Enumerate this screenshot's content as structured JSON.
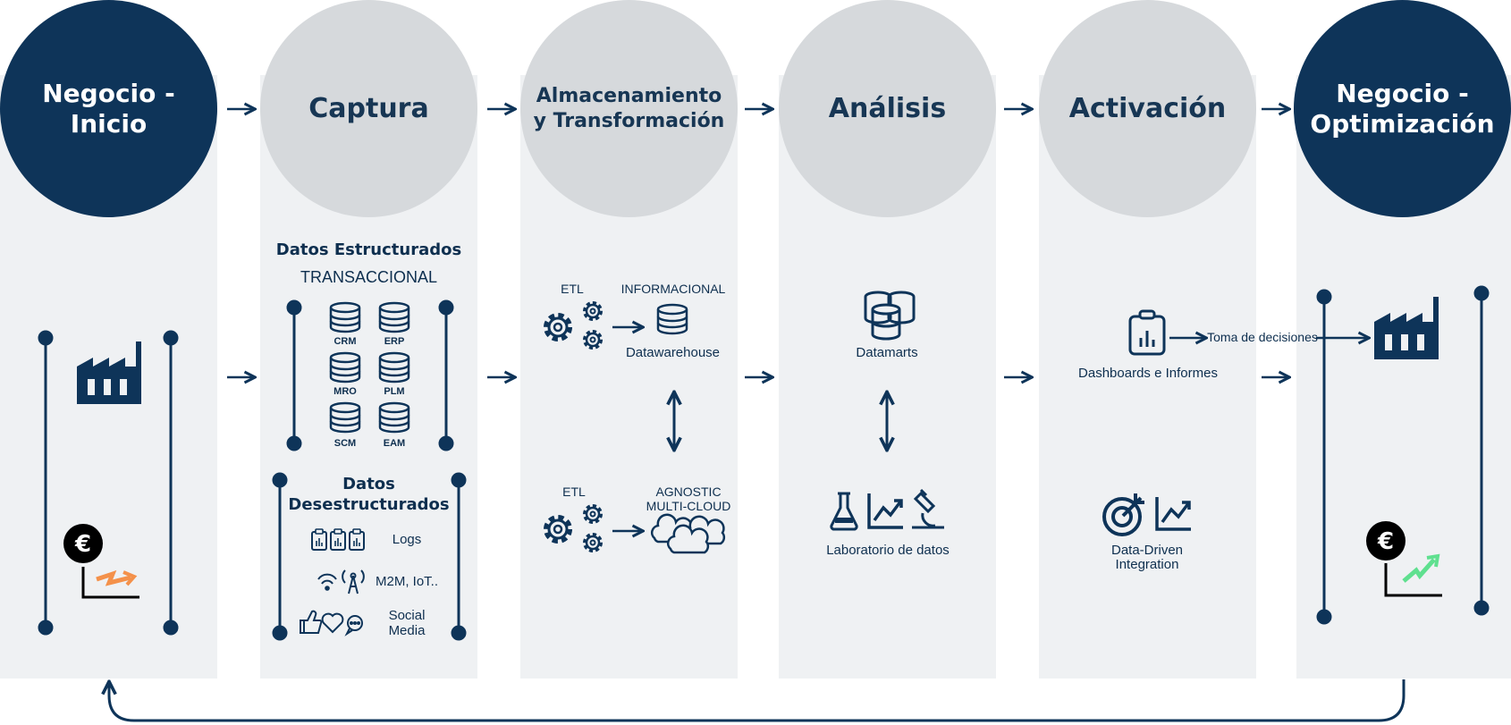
{
  "stages": [
    {
      "id": "inicio",
      "title_line1": "Negocio -",
      "title_line2": "Inicio"
    },
    {
      "id": "captura",
      "title_line1": "Captura",
      "title_line2": ""
    },
    {
      "id": "almacenamiento",
      "title_line1": "Almacenamiento",
      "title_line2": "y Transformación"
    },
    {
      "id": "analisis",
      "title_line1": "Análisis",
      "title_line2": ""
    },
    {
      "id": "activacion",
      "title_line1": "Activación",
      "title_line2": ""
    },
    {
      "id": "optimizacion",
      "title_line1": "Negocio -",
      "title_line2": "Optimización"
    }
  ],
  "captura": {
    "structured_title": "Datos Estructurados",
    "structured_subtitle": "TRANSACCIONAL",
    "databases": [
      "CRM",
      "ERP",
      "MRO",
      "PLM",
      "SCM",
      "EAM"
    ],
    "unstructured_title_line1": "Datos",
    "unstructured_title_line2": "Desestructurados",
    "logs": "Logs",
    "m2m": "M2M, IoT..",
    "social_line1": "Social",
    "social_line2": "Media"
  },
  "almacenamiento": {
    "etl_top": "ETL",
    "informacional": "INFORMACIONAL",
    "datawarehouse": "Datawarehouse",
    "etl_bottom": "ETL",
    "agnostic_line1": "AGNOSTIC",
    "agnostic_line2": "MULTI-CLOUD"
  },
  "analisis": {
    "datamarts": "Datamarts",
    "laboratorio": "Laboratorio de datos"
  },
  "activacion": {
    "decisiones": "Toma de decisiones",
    "dashboards": "Dashboards e Informes",
    "datadriven_line1": "Data-Driven",
    "datadriven_line2": "Integration"
  },
  "icons": [
    "factory-icon",
    "euro-coin-icon",
    "trend-down-icon",
    "trend-up-icon",
    "database-icon",
    "gears-icon",
    "cloud-icon",
    "clipboard-icon",
    "flask-icon",
    "chart-icon",
    "microscope-icon",
    "target-icon",
    "wifi-icon",
    "antenna-icon",
    "like-icon",
    "heart-icon",
    "chat-icon"
  ],
  "colors": {
    "navy": "#0e3459",
    "circle_gray": "#d6d9dc",
    "panel": "#eff1f3",
    "orange": "#f4914a",
    "green": "#5fe08f"
  }
}
